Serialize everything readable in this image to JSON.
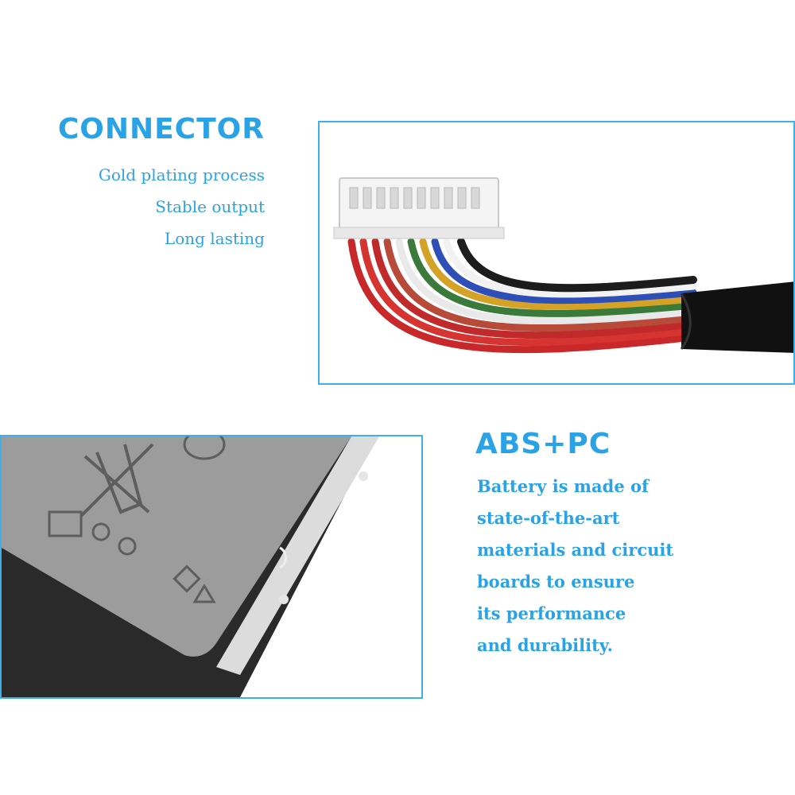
{
  "connector": {
    "title": "CONNECTOR",
    "features": [
      "Gold plating process",
      "Stable output",
      "Long lasting"
    ]
  },
  "material": {
    "title": "ABS+PC",
    "description_lines": [
      "Battery is made of",
      "state-of-the-art",
      "materials and circuit",
      "boards to ensure",
      "its performance",
      "and durability."
    ]
  },
  "colors": {
    "accent": "#2aa3e6",
    "frame_border": "#3db0ea"
  },
  "icons": {
    "connector_photo": "wire-harness-connector",
    "battery_photo": "battery-pack-closeup"
  }
}
